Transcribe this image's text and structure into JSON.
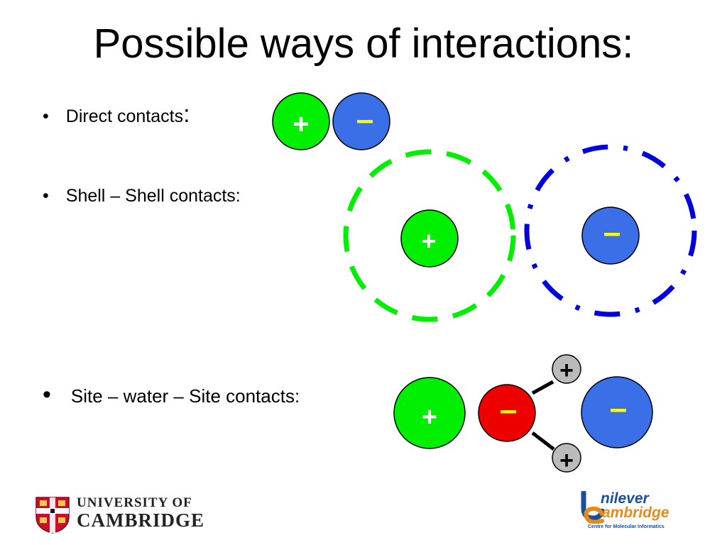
{
  "title": "Possible ways of interactions:",
  "bullets": {
    "direct": {
      "marker": "•",
      "text": "Direct contacts",
      "colon": ":"
    },
    "shell": {
      "marker": "•",
      "text": "Shell – Shell contacts:"
    },
    "site": {
      "marker": "•",
      "text": "Site – water – Site contacts:"
    }
  },
  "charges": {
    "plus": "+",
    "minus": "–"
  },
  "colors": {
    "positive": "#00ee00",
    "negative": "#3b6fe8",
    "water_oxygen": "#ee0000",
    "water_hydrogen": "#bbbbbb",
    "shell_green": "#00ee00",
    "shell_blue": "#0000dd",
    "minus_sign": "#ffff00",
    "plus_sign": "#ffffff"
  },
  "logos": {
    "cambridge": {
      "line1": "UNIVERSITY OF",
      "line2": "CAMBRIDGE"
    },
    "unilever": {
      "line1": "nilever",
      "line2": "ambridge",
      "subtitle": "Centre for Molecular Informatics"
    }
  }
}
